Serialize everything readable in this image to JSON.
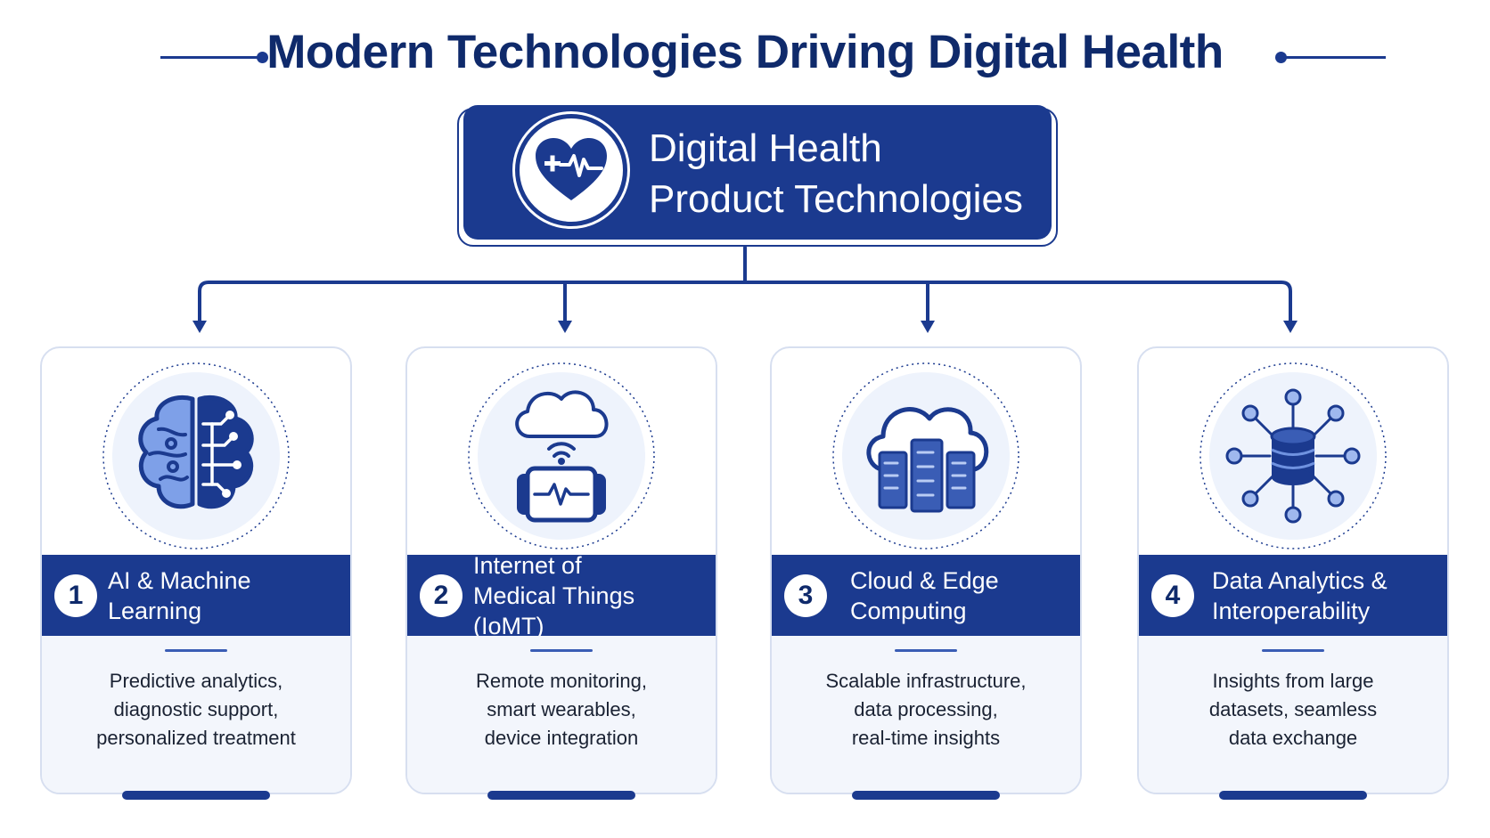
{
  "title": "Modern Technologies Driving Digital Health",
  "root": {
    "line1": "Digital Health",
    "line2": "Product Technologies",
    "icon": "heart-pulse-icon"
  },
  "cards": [
    {
      "number": "1",
      "label_line1": "AI & Machine Learning",
      "label_line2": "",
      "icon": "brain-circuit-icon",
      "desc_line1": "Predictive analytics,",
      "desc_line2": "diagnostic support,",
      "desc_line3": "personalized treatment"
    },
    {
      "number": "2",
      "label_line1": "Internet of",
      "label_line2": "Medical Things (IoMT)",
      "icon": "cloud-wearable-icon",
      "desc_line1": "Remote monitoring,",
      "desc_line2": "smart wearables,",
      "desc_line3": "device integration"
    },
    {
      "number": "3",
      "label_line1": "Cloud & Edge",
      "label_line2": "Computing",
      "icon": "cloud-servers-icon",
      "desc_line1": "Scalable infrastructure,",
      "desc_line2": "data processing,",
      "desc_line3": "real-time insights"
    },
    {
      "number": "4",
      "label_line1": "Data Analytics &",
      "label_line2": "Interoperability",
      "icon": "database-network-icon",
      "desc_line1": "Insights from large",
      "desc_line2": "datasets, seamless",
      "desc_line3": "data exchange"
    }
  ],
  "colors": {
    "primary": "#1b3a8f",
    "title": "#0f2a6b",
    "icon_fill": "#6f92e0",
    "icon_bg": "#eef3fc"
  }
}
